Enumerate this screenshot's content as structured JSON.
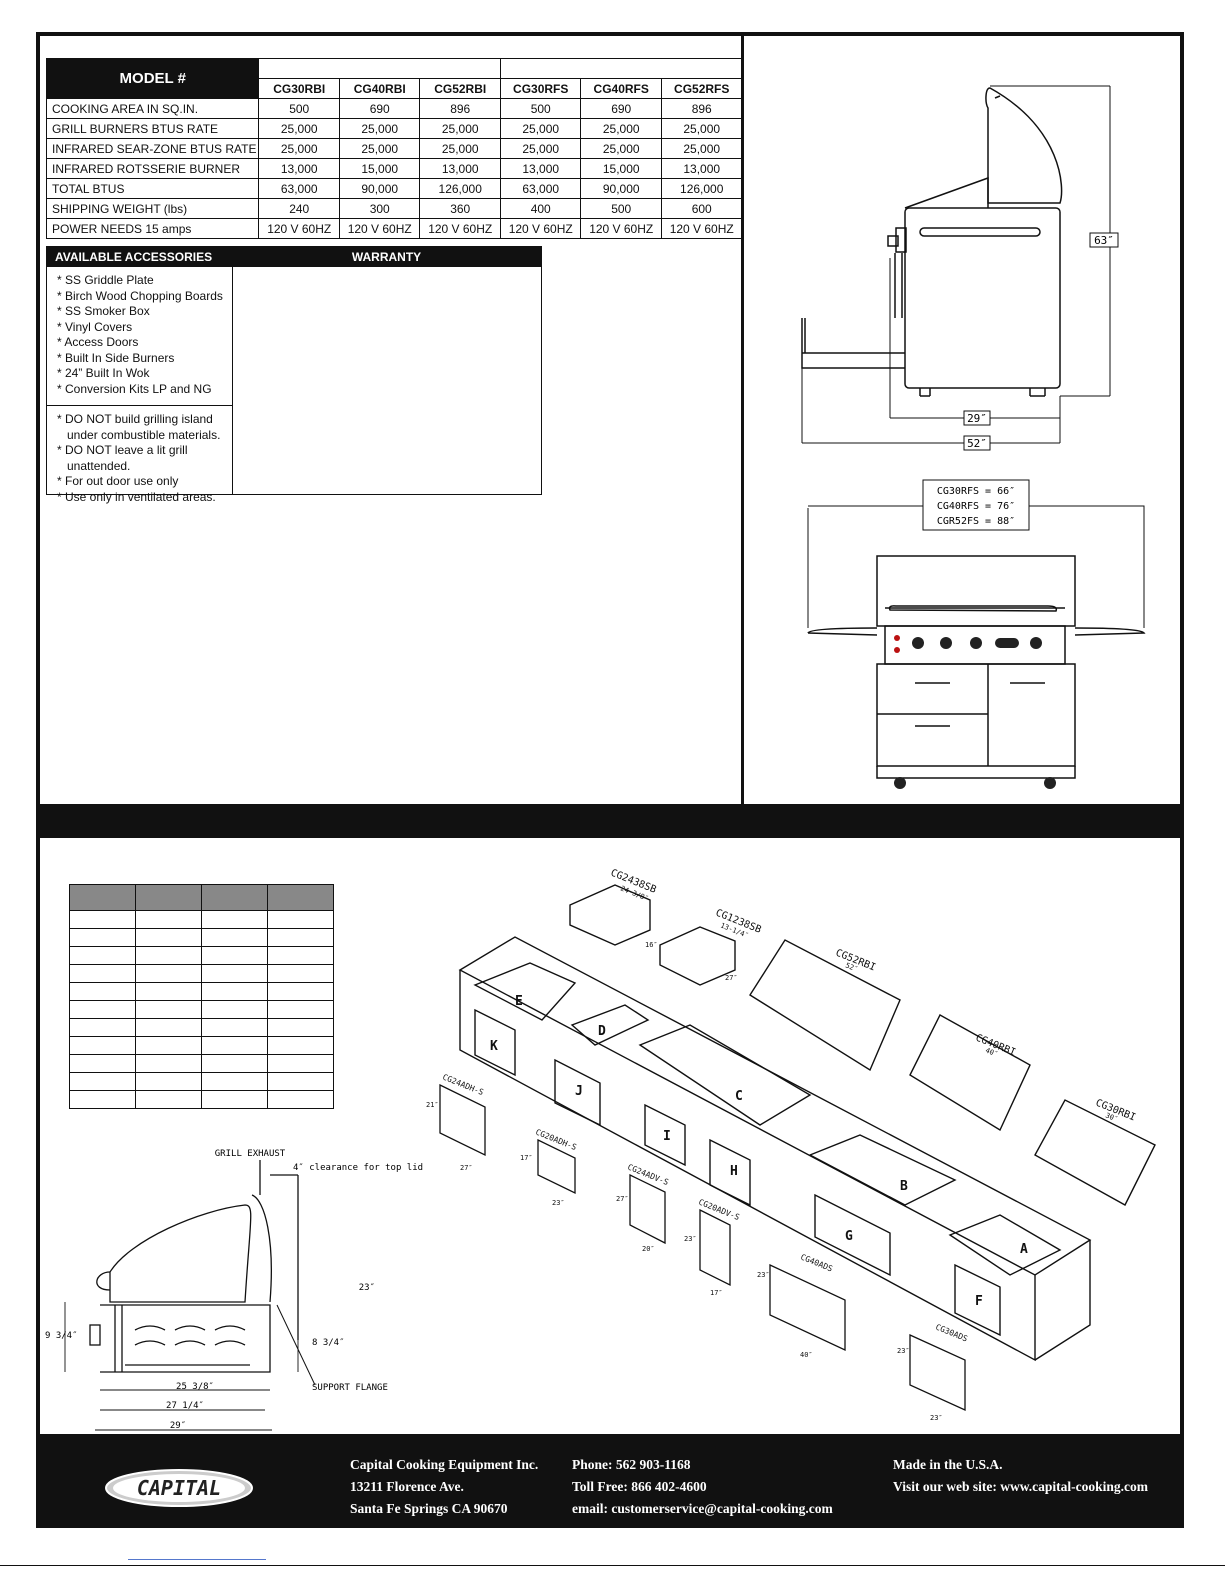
{
  "spec_table": {
    "model_label": "MODEL #",
    "models": [
      "CG30RBI",
      "CG40RBI",
      "CG52RBI",
      "CG30RFS",
      "CG40RFS",
      "CG52RFS"
    ],
    "rows": [
      {
        "label": "COOKING AREA IN SQ.IN.",
        "values": [
          "500",
          "690",
          "896",
          "500",
          "690",
          "896"
        ]
      },
      {
        "label": "GRILL BURNERS BTUS RATE",
        "values": [
          "25,000",
          "25,000",
          "25,000",
          "25,000",
          "25,000",
          "25,000"
        ]
      },
      {
        "label": "INFRARED SEAR-ZONE BTUS RATE",
        "values": [
          "25,000",
          "25,000",
          "25,000",
          "25,000",
          "25,000",
          "25,000"
        ]
      },
      {
        "label": "INFRARED ROTSSERIE BURNER",
        "values": [
          "13,000",
          "15,000",
          "13,000",
          "13,000",
          "15,000",
          "13,000"
        ]
      },
      {
        "label": "TOTAL BTUS",
        "values": [
          "63,000",
          "90,000",
          "126,000",
          "63,000",
          "90,000",
          "126,000"
        ]
      },
      {
        "label": "SHIPPING WEIGHT (lbs)",
        "values": [
          "240",
          "300",
          "360",
          "400",
          "500",
          "600"
        ]
      },
      {
        "label": "POWER NEEDS 15 amps",
        "values": [
          "120 V 60HZ",
          "120 V 60HZ",
          "120 V 60HZ",
          "120 V 60HZ",
          "120 V 60HZ",
          "120 V 60HZ"
        ]
      }
    ]
  },
  "accessories": {
    "header": "AVAILABLE ACCESSORIES",
    "items": [
      "* SS Griddle Plate",
      "* Birch Wood Chopping Boards",
      "* SS Smoker Box",
      "* Vinyl Covers",
      "* Access Doors",
      "* Built In Side Burners",
      "* 24” Built In Wok",
      "* Conversion Kits LP and NG"
    ],
    "warnings": [
      "* DO NOT build grilling island under combustible materials.",
      "* DO NOT leave a lit grill unattended.",
      "* For out door use only",
      "* Use only in ventilated areas."
    ]
  },
  "warranty": {
    "header": "WARRANTY"
  },
  "side_view": {
    "height": "63″",
    "depth": "29″",
    "width_total": "52″"
  },
  "front_view": {
    "widths": [
      "CG30RFS = 66″",
      "CG40RFS = 76″",
      "CGR52FS = 88″"
    ]
  },
  "island": {
    "products": [
      {
        "name": "CG2438SB",
        "width": "24-3/8″",
        "depth": "16″"
      },
      {
        "name": "CG1238SB",
        "width": "13-1/4″",
        "depth": "27″"
      },
      {
        "name": "CG52RBI",
        "width": "52″"
      },
      {
        "name": "CG40RBI",
        "width": "40″"
      },
      {
        "name": "CG30RBI",
        "width": "30″"
      }
    ],
    "doors": [
      {
        "name": "CG24ADH-S",
        "h": "21″",
        "w": "27″"
      },
      {
        "name": "CG20ADH-S",
        "h": "17″",
        "w": "23″"
      },
      {
        "name": "CG24ADV-S",
        "h": "27″",
        "w": "20″"
      },
      {
        "name": "CG20ADV-S",
        "h": "23″",
        "w": "17″"
      },
      {
        "name": "CG40ADS",
        "h": "23″",
        "w": "40″"
      },
      {
        "name": "CG30ADS",
        "h": "23″",
        "w": "23″"
      }
    ],
    "cutouts": [
      "A",
      "B",
      "C",
      "D",
      "E",
      "F",
      "G",
      "H",
      "I",
      "J",
      "K"
    ]
  },
  "cutout_section": {
    "grill_exhaust": "GRILL EXHAUST",
    "clearance": "4″ clearance for top lid",
    "height": "23″",
    "left_height": "9 3/4″",
    "inner_height": "8 3/4″",
    "width_inner": "25 3/8″",
    "width_mid": "27 1/4″",
    "width_outer": "29″",
    "support_flange": "SUPPORT FLANGE"
  },
  "footer": {
    "logo": "CAPITAL",
    "company": "Capital Cooking Equipment Inc.",
    "address1": "13211 Florence Ave.",
    "address2": "Santa Fe Springs CA 90670",
    "phone": "Phone: 562 903-1168",
    "tollfree": "Toll Free: 866 402-4600",
    "email": "email: customerservice@capital-cooking.com",
    "made": "Made in the U.S.A.",
    "web": "Visit our web site: www.capital-cooking.com"
  }
}
